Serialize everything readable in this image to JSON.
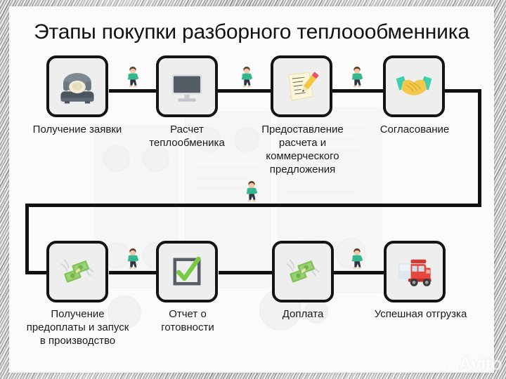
{
  "title": "Этапы покупки разборного теплоообменника",
  "watermark": {
    "text": "Avito"
  },
  "colors": {
    "box_border": "#141414",
    "box_fill": "#eeeeee",
    "line": "#111111",
    "text": "#1a1a1a",
    "title_text": "#121212",
    "accent_green": "#7ac943",
    "money_green": "#82c45a",
    "truck_red": "#e8453c",
    "shirt_green": "#34b78f"
  },
  "rows": [
    {
      "name": "row-1",
      "steps": [
        {
          "label": "Получение заявки",
          "icon": "telephone-icon"
        },
        {
          "label": "Расчет\nтеплообменика",
          "icon": "desktop-computer-icon"
        },
        {
          "label": "Предоставление\nрасчета и\nкоммерческого\nпредложения",
          "icon": "memo-pencil-icon"
        },
        {
          "label": "Согласование",
          "icon": "handshake-icon"
        }
      ]
    },
    {
      "name": "row-2",
      "steps": [
        {
          "label": "Получение\nпредоплаты и запуск\nв производство",
          "icon": "money-with-wings-icon"
        },
        {
          "label": "Отчет о\nготовности",
          "icon": "check-box-icon"
        },
        {
          "label": "Доплата",
          "icon": "money-with-wings-icon"
        },
        {
          "label": "Успешная отгрузка",
          "icon": "delivery-truck-icon"
        }
      ]
    }
  ],
  "walkers": [
    {
      "name": "walker-1"
    },
    {
      "name": "walker-2"
    },
    {
      "name": "walker-3"
    },
    {
      "name": "walker-4"
    },
    {
      "name": "walker-5"
    },
    {
      "name": "walker-6"
    },
    {
      "name": "walker-7"
    }
  ]
}
